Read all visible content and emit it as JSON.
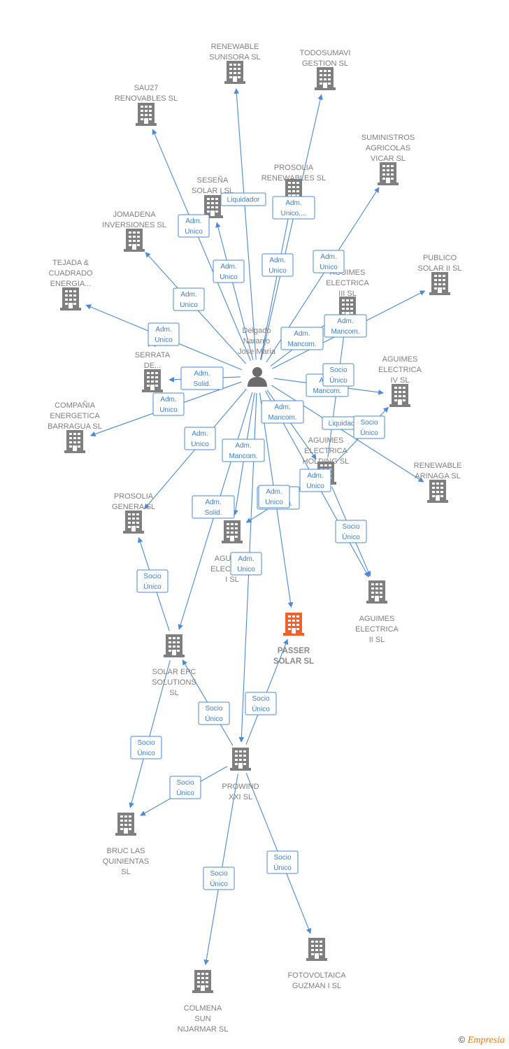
{
  "colors": {
    "edge": "#4a8ad8",
    "node": "#7f7f7f",
    "highlight": "#f4602a"
  },
  "person": {
    "label": [
      "Delgado",
      "Naranjo",
      "Jose Maria"
    ],
    "icon": "person-icon"
  },
  "companies": [
    {
      "id": "renewable-sunisora",
      "label": [
        "RENEWABLE",
        "SUNISORA SL"
      ]
    },
    {
      "id": "todosumavi",
      "label": [
        "TODOSUMAVI",
        "GESTION SL"
      ]
    },
    {
      "id": "sau27",
      "label": [
        "SAU27",
        "RENOVABLES SL"
      ]
    },
    {
      "id": "suministros",
      "label": [
        "SUMINISTROS",
        "AGRICOLAS",
        "VICAR SL"
      ]
    },
    {
      "id": "prosolia-renewables",
      "label": [
        "PROSOLIA",
        "RENEWABLES SL"
      ]
    },
    {
      "id": "sesena",
      "label": [
        "SESEÑA",
        "SOLAR I SL"
      ]
    },
    {
      "id": "jomadena",
      "label": [
        "JOMADENA",
        "INVERSIONES SL"
      ]
    },
    {
      "id": "publico",
      "label": [
        "PUBLICO",
        "SOLAR II SL"
      ]
    },
    {
      "id": "tejada",
      "label": [
        "TEJADA &",
        "CUADRADO",
        "ENERGIA..."
      ]
    },
    {
      "id": "aguimes-iii",
      "label": [
        "AGUIMES",
        "ELECTRICA",
        "III SL"
      ]
    },
    {
      "id": "fv-serrata",
      "label": [
        "FV",
        "SERRATA",
        "DE..."
      ]
    },
    {
      "id": "aguimes-iv",
      "label": [
        "AGUIMES",
        "ELECTRICA",
        "IV SL"
      ]
    },
    {
      "id": "compania",
      "label": [
        "COMPAÑIA",
        "ENERGETICA",
        "BARRAGUA SL"
      ]
    },
    {
      "id": "aguimes-holding",
      "label": [
        "AGUIMES",
        "ELECTRICA",
        "HOLDING SL"
      ]
    },
    {
      "id": "renewable-arinaga",
      "label": [
        "RENEWABLE",
        "ARINAGA  SL"
      ]
    },
    {
      "id": "prosolia-genera",
      "label": [
        "PROSOLIA",
        "GENERA SL"
      ]
    },
    {
      "id": "aguimes-i",
      "label": [
        "AGUIMES",
        "ELECTRICA",
        "I SL"
      ]
    },
    {
      "id": "aguimes-ii",
      "label": [
        "AGUIMES",
        "ELECTRICA",
        "II SL"
      ]
    },
    {
      "id": "passer",
      "label": [
        "PASSER",
        "SOLAR  SL"
      ],
      "highlight": true
    },
    {
      "id": "solar-epc",
      "label": [
        "SOLAR EPC",
        "SOLUTIONS",
        "SL"
      ]
    },
    {
      "id": "prowind",
      "label": [
        "PROWIND",
        "XXI SL"
      ]
    },
    {
      "id": "bruc",
      "label": [
        "BRUC LAS",
        "QUINIENTAS",
        "SL"
      ]
    },
    {
      "id": "fotovoltaica",
      "label": [
        "FOTOVOLTAICA",
        "GUZMAN I  SL"
      ]
    },
    {
      "id": "colmena",
      "label": [
        "COLMENA",
        "SUN",
        "NIJARMAR  SL"
      ]
    }
  ],
  "relations": [
    {
      "from": "person",
      "to": "renewable-sunisora",
      "label": [
        "Liquidador"
      ]
    },
    {
      "from": "person",
      "to": "todosumavi",
      "label": [
        "Adm.",
        "Unico,..."
      ]
    },
    {
      "from": "person",
      "to": "sau27",
      "label": [
        "Adm.",
        "Unico"
      ]
    },
    {
      "from": "person",
      "to": "suministros",
      "label": [
        "Adm.",
        "Unico"
      ]
    },
    {
      "from": "person",
      "to": "prosolia-renewables",
      "label": [
        "Adm.",
        "Unico"
      ]
    },
    {
      "from": "person",
      "to": "sesena",
      "label": [
        "Adm.",
        "Unico"
      ]
    },
    {
      "from": "person",
      "to": "jomadena",
      "label": [
        "Adm.",
        "Unico"
      ]
    },
    {
      "from": "person",
      "to": "publico",
      "label": [
        "Adm.",
        "Mancom."
      ]
    },
    {
      "from": "person",
      "to": "tejada",
      "label": [
        "Adm.",
        "Unico"
      ]
    },
    {
      "from": "person",
      "to": "aguimes-iii",
      "label": [
        "Adm.",
        "Mancom."
      ]
    },
    {
      "from": "person",
      "to": "fv-serrata",
      "label": [
        "Adm.",
        "Solid."
      ]
    },
    {
      "from": "person",
      "to": "aguimes-iv",
      "label": [
        "Adm.",
        "Mancom."
      ]
    },
    {
      "from": "person",
      "to": "compania",
      "label": [
        "Adm.",
        "Unico"
      ]
    },
    {
      "from": "person",
      "to": "aguimes-holding",
      "label": [
        "Adm.",
        "Mancom."
      ]
    },
    {
      "from": "person",
      "to": "renewable-arinaga",
      "label": [
        "Liquidador"
      ]
    },
    {
      "from": "person",
      "to": "prosolia-genera",
      "label": [
        "Adm.",
        "Unico"
      ]
    },
    {
      "from": "person",
      "to": "aguimes-i",
      "label": [
        "Adm.",
        "Mancom."
      ]
    },
    {
      "from": "person",
      "to": "aguimes-ii",
      "label": [
        "Adm.",
        "Mancom."
      ]
    },
    {
      "from": "person",
      "to": "passer",
      "label": [
        "Adm.",
        "Unico"
      ]
    },
    {
      "from": "person",
      "to": "solar-epc",
      "label": [
        "Adm.",
        "Solid."
      ]
    },
    {
      "from": "person",
      "to": "prowind",
      "label": [
        "Adm.",
        "Unico"
      ]
    },
    {
      "from": "aguimes-holding",
      "to": "aguimes-iii",
      "label": [
        "Socio",
        "Único"
      ]
    },
    {
      "from": "aguimes-holding",
      "to": "aguimes-iv",
      "label": [
        "Socio",
        "Único"
      ]
    },
    {
      "from": "aguimes-holding",
      "to": "aguimes-ii",
      "label": [
        "Socio",
        "Único"
      ]
    },
    {
      "from": "aguimes-holding",
      "to": "aguimes-i",
      "label": [
        "Adm.",
        "Unico"
      ]
    },
    {
      "from": "solar-epc",
      "to": "prosolia-genera",
      "label": [
        "Socio",
        "Único"
      ]
    },
    {
      "from": "solar-epc",
      "to": "bruc",
      "label": [
        "Socio",
        "Único"
      ]
    },
    {
      "from": "prowind",
      "to": "solar-epc",
      "label": [
        "Socio",
        "Único"
      ]
    },
    {
      "from": "prowind",
      "to": "passer",
      "label": [
        "Socio",
        "Único"
      ]
    },
    {
      "from": "prowind",
      "to": "bruc",
      "label": [
        "Socio",
        "Único"
      ]
    },
    {
      "from": "prowind",
      "to": "fotovoltaica",
      "label": [
        "Socio",
        "Único"
      ]
    },
    {
      "from": "prowind",
      "to": "colmena",
      "label": [
        "Socio",
        "Único"
      ]
    }
  ],
  "footer": {
    "copyright": "©",
    "brand": "Empresia"
  }
}
